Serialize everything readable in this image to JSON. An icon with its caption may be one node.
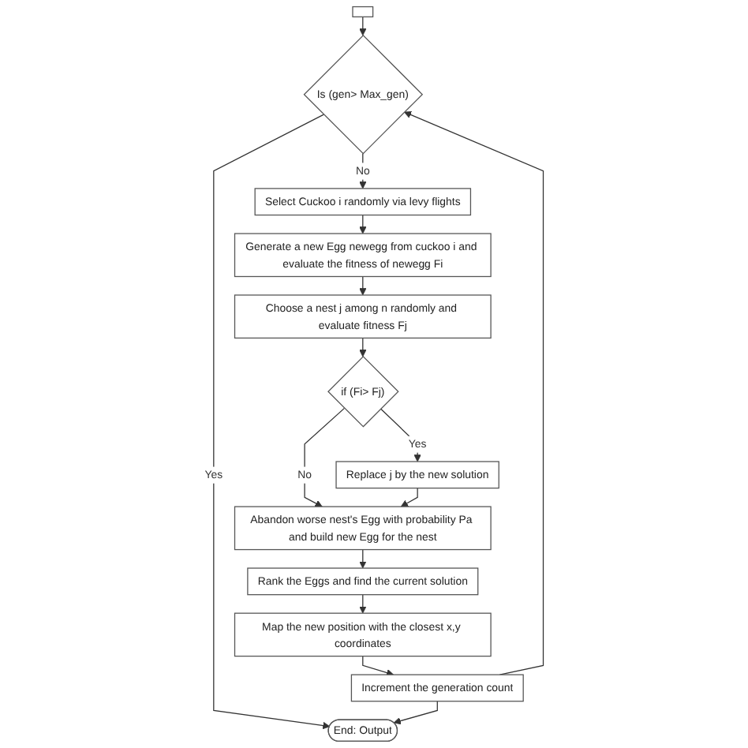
{
  "diagram": {
    "nodes": [
      {
        "text": [],
        "shape": "box"
      },
      {
        "text": [
          "Is (gen> Max_gen)"
        ]
      },
      {
        "text": [
          "Select Cuckoo i randomly via levy flights"
        ]
      },
      {
        "text": [
          "Generate a new Egg newegg from cuckoo i and evaluate the fitness of newegg Fi"
        ]
      },
      {
        "text": [
          "Choose a nest j among n randomly and evaluate fitness Fj"
        ]
      },
      {
        "text": [
          "if (Fi> Fj)"
        ]
      },
      {
        "text": [
          "Replace j by the new solution"
        ]
      },
      {
        "text": [
          "Abandon worse nest's Egg with probability Pa and build new Egg for the nest"
        ]
      },
      {
        "text": [
          "Rank the Eggs and find the current solution"
        ]
      },
      {
        "text": [
          "Map the new position with the closest x,y coordinates"
        ]
      },
      {
        "text": [
          "Increment the generation count"
        ]
      },
      {
        "text": [
          "End: Output"
        ]
      }
    ],
    "edges": [
      {
        "from": 0,
        "to": 1,
        "arrow": "to"
      },
      {
        "from": 1,
        "to": 2,
        "label": "No",
        "arrow": "to"
      },
      {
        "from": 1,
        "to": 11,
        "label": "Yes",
        "arrow": "to"
      },
      {
        "from": 2,
        "to": 3,
        "arrow": "to"
      },
      {
        "from": 3,
        "to": 4,
        "arrow": "to"
      },
      {
        "from": 4,
        "to": 5,
        "arrow": "to"
      },
      {
        "from": 5,
        "to": 6,
        "label": "Yes",
        "arrow": "to"
      },
      {
        "from": 5,
        "to": 7,
        "label": "No",
        "arrow": "to"
      },
      {
        "from": 6,
        "to": 7,
        "arrow": "to"
      },
      {
        "from": 7,
        "to": 8,
        "arrow": "to"
      },
      {
        "from": 8,
        "to": 9,
        "arrow": "to"
      },
      {
        "from": 9,
        "to": 10,
        "arrow": "to"
      },
      {
        "from": 10,
        "to": 11,
        "arrow": "to"
      },
      {
        "from": 10,
        "to": 1,
        "arrow": "to"
      }
    ]
  }
}
